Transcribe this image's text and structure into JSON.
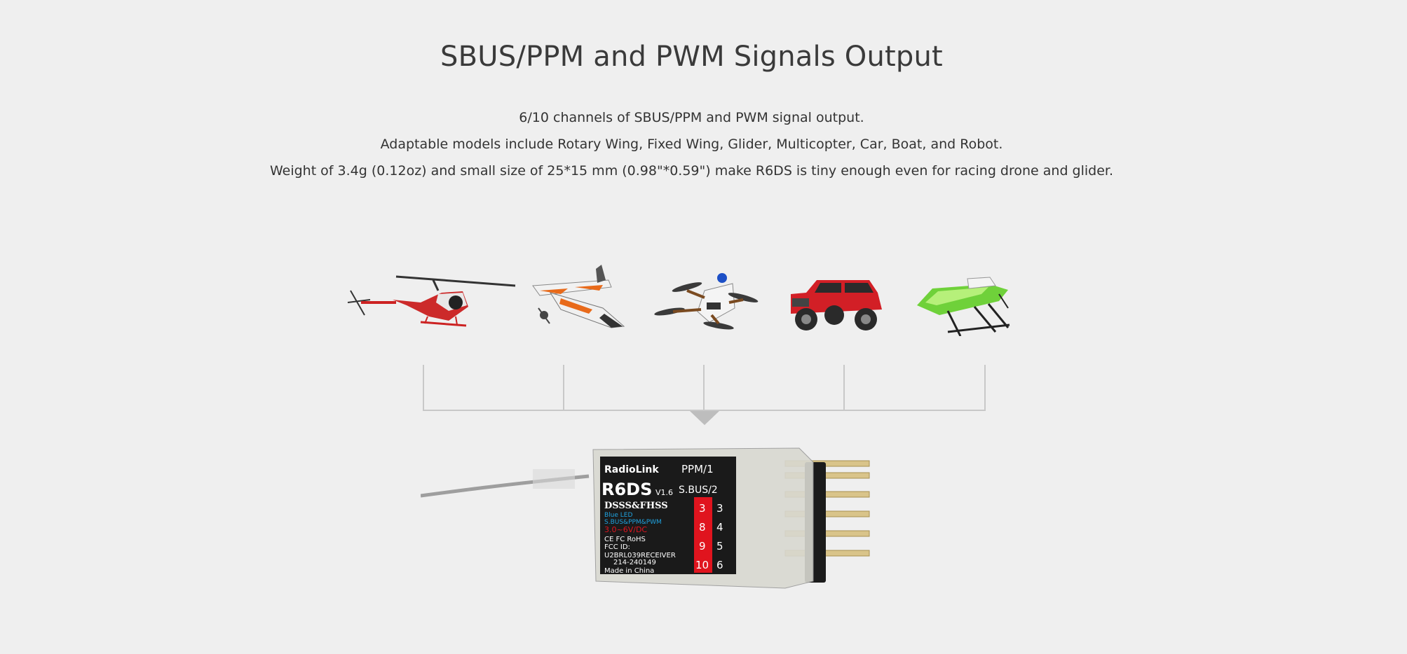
{
  "section": {
    "title": "SBUS/PPM and PWM Signals Output",
    "lines": [
      "6/10 channels of SBUS/PPM and PWM signal output.",
      "Adaptable models include Rotary Wing, Fixed Wing, Glider, Multicopter, Car, Boat, and Robot.",
      "Weight of 3.4g (0.12oz) and small size of 25*15 mm (0.98\"*0.59\") make R6DS is tiny enough even for racing drone and glider."
    ]
  },
  "models": [
    "helicopter-icon",
    "airplane-icon",
    "drone-icon",
    "car-icon",
    "boat-icon"
  ],
  "receiver": {
    "brand": "RadioLink",
    "model": "R6DS",
    "version": "V1.6",
    "mode1": "PPM/1",
    "mode2": "S.BUS/2",
    "protocol": "DSSS&FHSS",
    "led": "Blue LED",
    "signals": "S.BUS&PPM&PWM",
    "voltage": "3.0~6V/DC",
    "cert": "CE FC RoHS",
    "fcc_label": "FCC ID:",
    "fcc_id": "U2BRL039RECEIVER",
    "code": "214-240149",
    "origin": "Made in China",
    "channels_left": [
      "3",
      "8",
      "9",
      "10"
    ],
    "channels_right": [
      "3",
      "4",
      "5",
      "6"
    ]
  },
  "colors": {
    "background": "#efefef",
    "line": "#c8c8c8",
    "label_bg": "#1a1a1a",
    "label_red": "#e0141e",
    "label_blue": "#1fa3e0"
  }
}
